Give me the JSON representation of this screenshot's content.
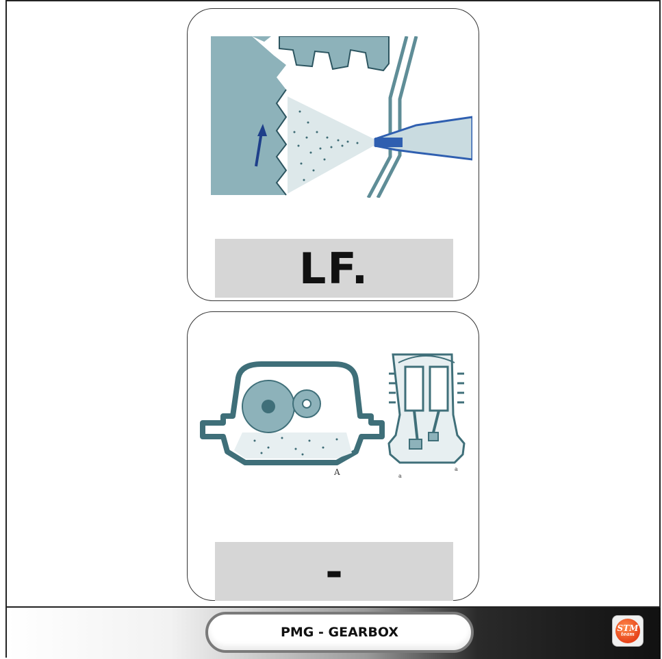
{
  "cards": [
    {
      "illustration": "gear-spray-lubrication",
      "label": "LF."
    },
    {
      "illustration": "gear-splash-lubrication",
      "label": "-",
      "caption_marks": [
        "A",
        "a",
        "a"
      ]
    }
  ],
  "footer": {
    "title": "PMG - GEARBOX",
    "logo_line1": "STM",
    "logo_line2": "team"
  },
  "colors": {
    "diagram_blue": "#7eaab4",
    "diagram_dark": "#3f6f79",
    "label_bg": "#d6d6d6"
  }
}
